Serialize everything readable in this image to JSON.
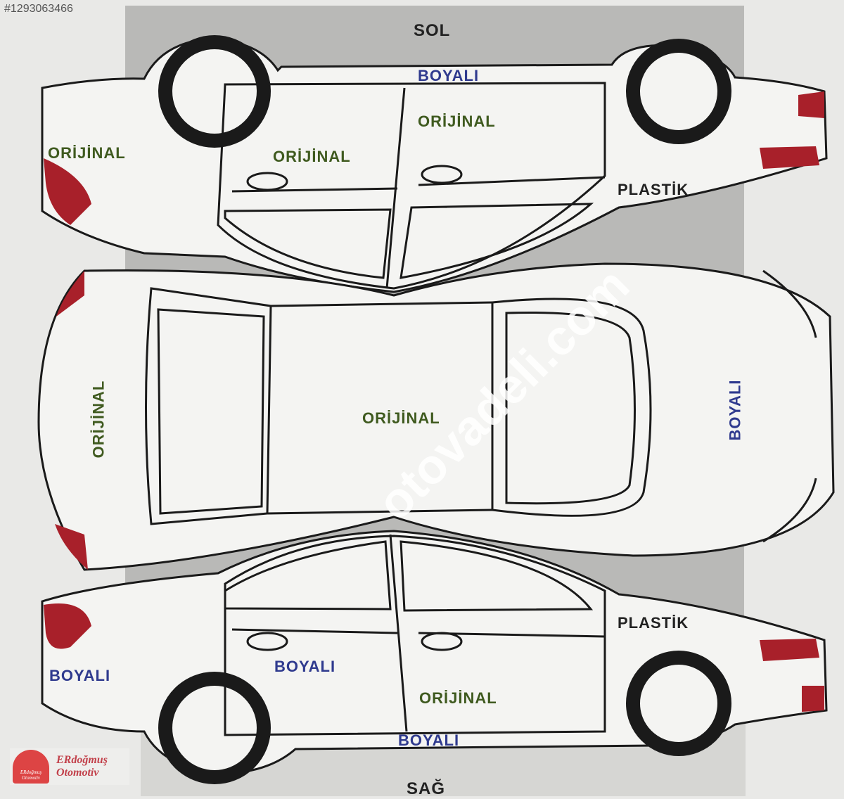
{
  "listing_id": "#1293063466",
  "watermark": "otovadeli.com",
  "sides": {
    "left": "SOL",
    "right": "SAĞ"
  },
  "left_side_view": {
    "roof_rail": "BOYALI",
    "rear_end": "ORİJİNAL",
    "rear_door": "ORİJİNAL",
    "front_door": "ORİJİNAL",
    "front_fender": "PLASTİK"
  },
  "top_view": {
    "trunk": "ORİJİNAL",
    "roof": "ORİJİNAL",
    "hood": "BOYALI"
  },
  "right_side_view": {
    "rear_end": "BOYALI",
    "rear_door": "BOYALI",
    "front_door": "ORİJİNAL",
    "front_fender": "PLASTİK",
    "sill": "BOYALI"
  },
  "logo": {
    "line1": "ERdoğmuş",
    "line2": "Otomotiv",
    "badge": "ERdoğmuş Otomotiv"
  },
  "colors": {
    "original": "#3f5a1f",
    "painted": "#2f3a8e",
    "lamp": "#a8202a",
    "background_block": "#b9b9b7"
  }
}
